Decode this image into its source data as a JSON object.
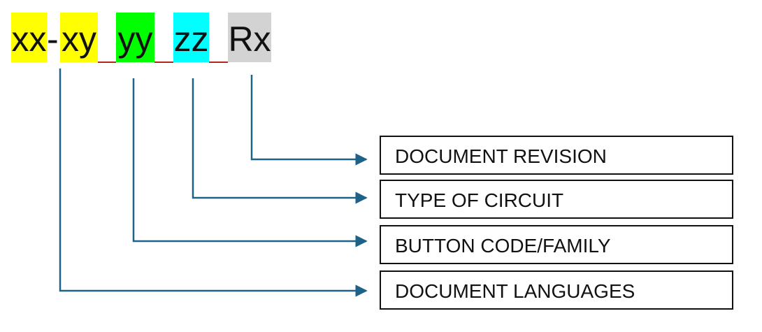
{
  "code": {
    "segments": [
      {
        "text": "xx",
        "color": "#ffff00"
      },
      {
        "text": "xy",
        "color": "#ffff00"
      },
      {
        "text": "yy",
        "color": "#00ff00"
      },
      {
        "text": "zz",
        "color": "#00ffff"
      },
      {
        "text": "Rx",
        "color": "#d3d3d3"
      }
    ],
    "separators": [
      "-",
      "_",
      "_",
      "_"
    ]
  },
  "boxes": [
    {
      "label": "DOCUMENT REVISION"
    },
    {
      "label": "TYPE OF CIRCUIT"
    },
    {
      "label": "BUTTON CODE/FAMILY"
    },
    {
      "label": "DOCUMENT LANGUAGES"
    }
  ],
  "connector_color": "#1f6287"
}
